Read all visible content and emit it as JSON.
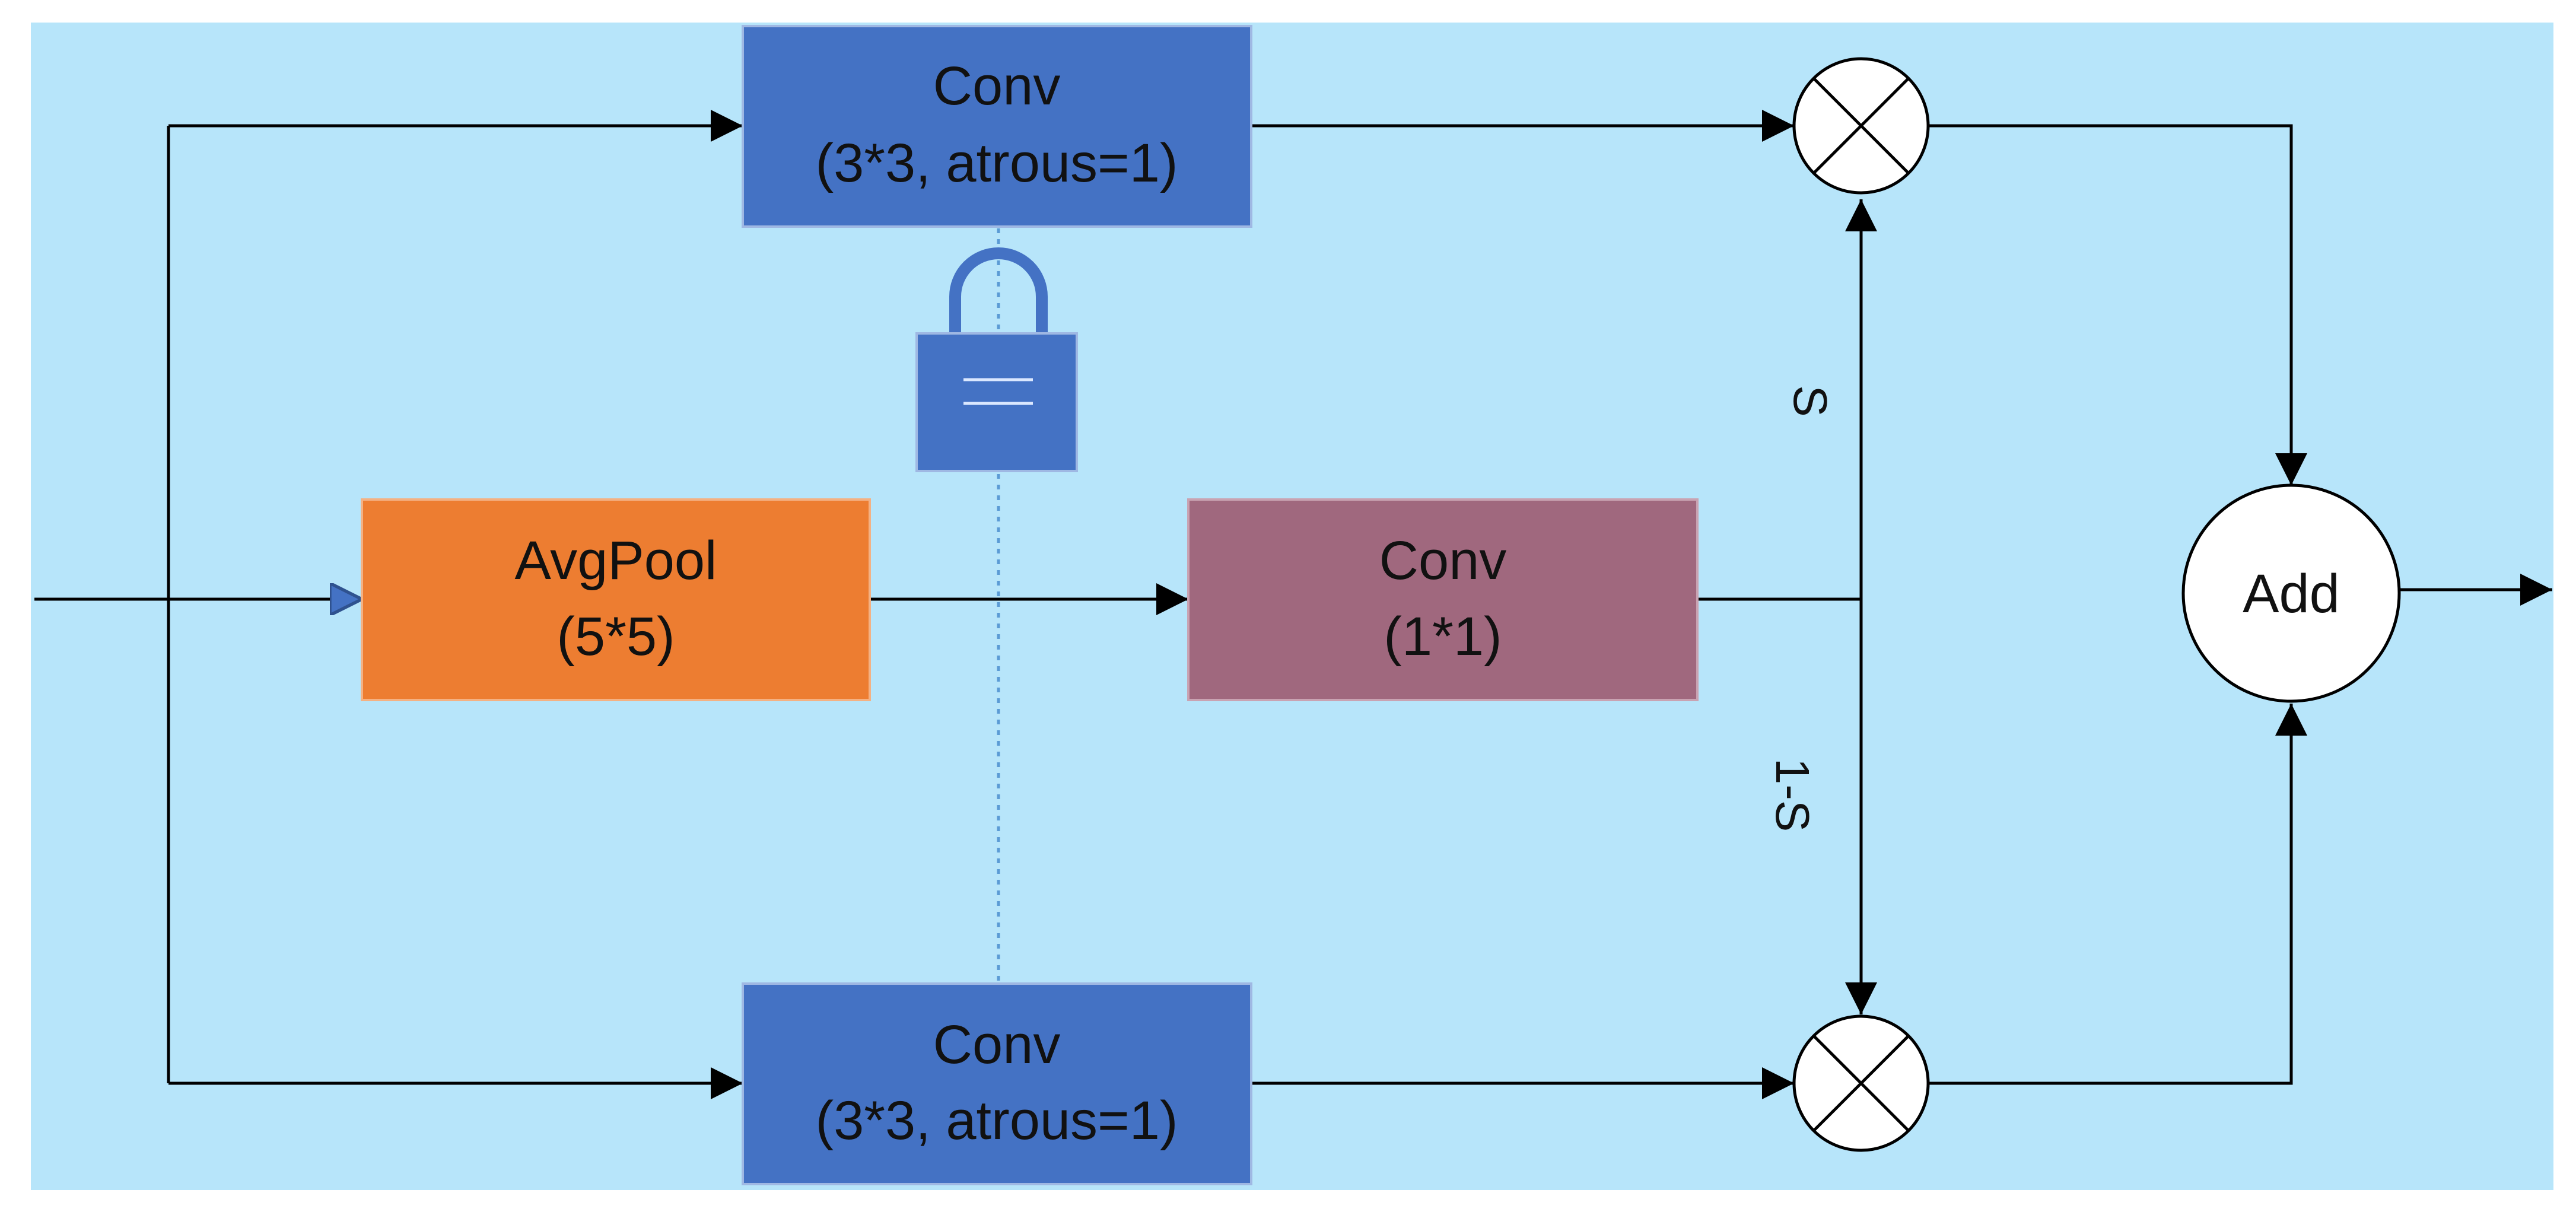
{
  "colors": {
    "background": "#b7e5fa",
    "conv_blue": "#4472c4",
    "avgpool_orange": "#ed7d31",
    "conv_mauve": "#a0687e",
    "lock_fill": "#4472c4",
    "lock_line": "#dbe8ff",
    "dotted_line": "#5b9bd5"
  },
  "nodes": {
    "conv_top": {
      "line1": "Conv",
      "line2": "(3*3, atrous=1)"
    },
    "avgpool": {
      "line1": "AvgPool",
      "line2": "(5*5)"
    },
    "conv_mid": {
      "line1": "Conv",
      "line2": "(1*1)"
    },
    "conv_bottom": {
      "line1": "Conv",
      "line2": "(3*3, atrous=1)"
    },
    "add": {
      "label": "Add"
    }
  },
  "edge_labels": {
    "s": "S",
    "one_minus_s": "1-S"
  },
  "icons": {
    "lock": "lock-icon",
    "multiply": "multiply-icon"
  }
}
